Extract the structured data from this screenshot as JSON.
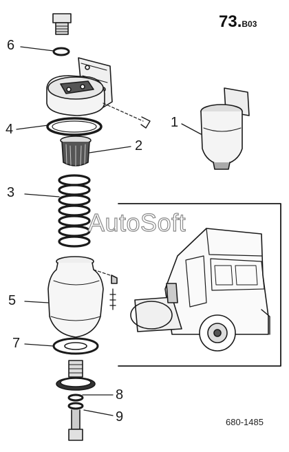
{
  "header": {
    "sheet_number": "73.",
    "sheet_suffix": "B03"
  },
  "callouts": [
    "1",
    "2",
    "3",
    "4",
    "5",
    "6",
    "7",
    "8",
    "9"
  ],
  "footer": {
    "reference": "680-1485"
  },
  "watermark": {
    "text": "AutoSoft"
  },
  "colors": {
    "ink": "#1a1a1a",
    "paper": "#ffffff",
    "watermark_outline": "#8a8a8a"
  }
}
